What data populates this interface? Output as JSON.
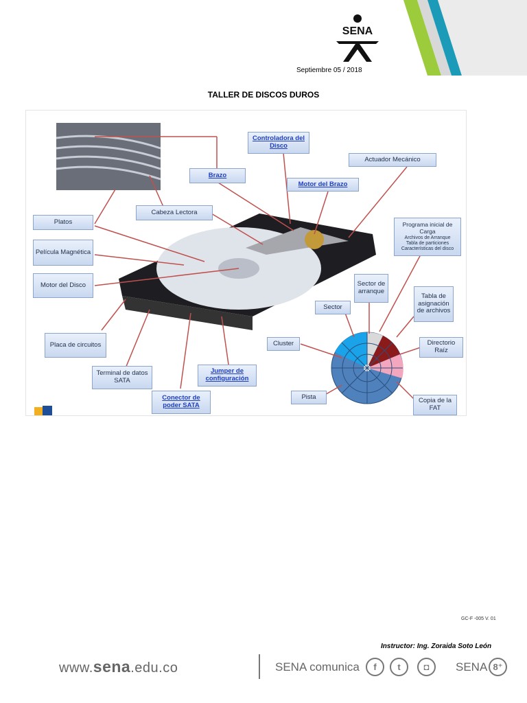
{
  "header": {
    "logo_text": "SENA",
    "date": "Septiembre 05 / 2018"
  },
  "document": {
    "title": "TALLER DE DISCOS DUROS"
  },
  "figure": {
    "labels": {
      "controladora": "Controladora del Disco",
      "actuador": "Actuador Mecánico",
      "brazo": "Brazo",
      "motor_brazo": "Motor del Brazo",
      "cabeza": "Cabeza Lectora",
      "platos": "Platos",
      "programa_title": "Programa inicial de Carga",
      "programa_l1": "Archivos de Arranque",
      "programa_l2": "Tabla de particiones",
      "programa_l3": "Características del disco",
      "pelicula": "Película Magnética",
      "motor_disco": "Motor del Disco",
      "sector_arranque": "Sector de arranque",
      "tabla_asignacion": "Tabla de asignación de archivos",
      "sector": "Sector",
      "placa": "Placa de circuitos",
      "cluster": "Cluster",
      "directorio": "Directorio Raíz",
      "terminal": "Terminal de datos SATA",
      "jumper": "Jumper de configuración",
      "conector": "Conector de poder SATA",
      "pista": "Pista",
      "copia": "Copia de la FAT"
    },
    "colors": {
      "label_border": "#8aa4cc",
      "arrow": "#c0504d",
      "disk_blue": "#4f81bd",
      "sector_cyan": "#1aa3e8"
    }
  },
  "footer": {
    "code": "GC-F -005  V. 01",
    "instructor": "Instructor: Ing. Zoraida Soto León",
    "url_prefix": "www.",
    "url_brand": "sena",
    "url_suffix": ".edu.co",
    "comunica": "SENA comunica",
    "social_f": "f",
    "social_t": "t",
    "social_i": "◘",
    "sena_plus": "SENA",
    "gplus": "8⁺"
  }
}
